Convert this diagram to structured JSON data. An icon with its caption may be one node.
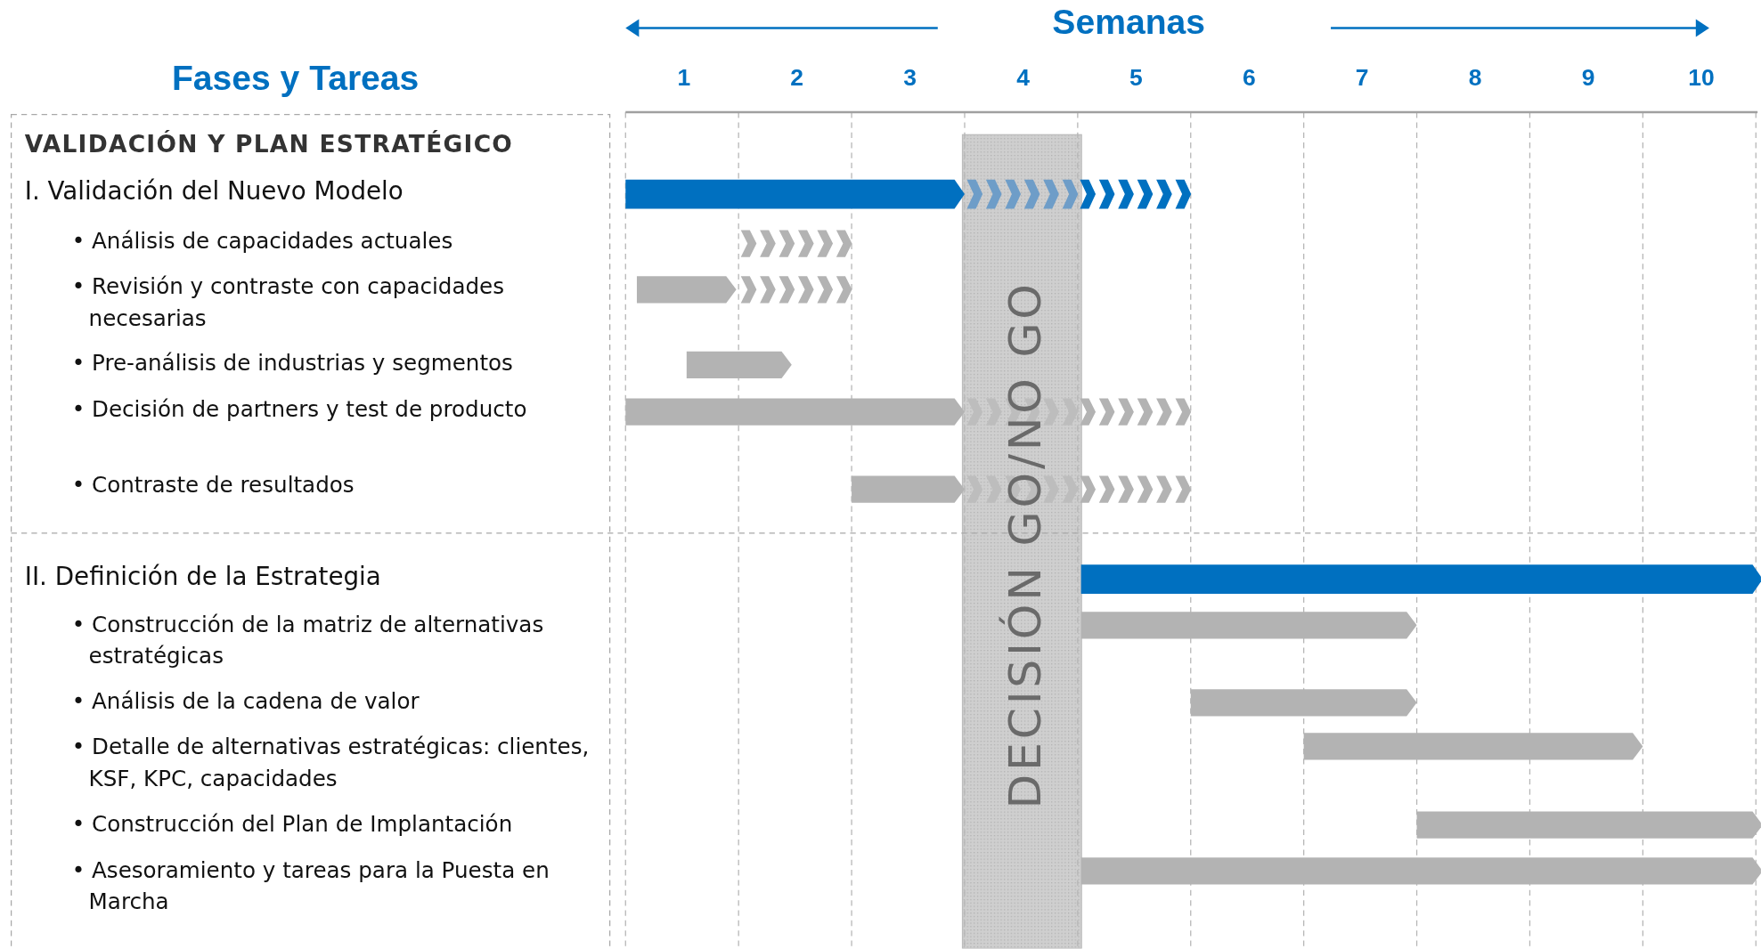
{
  "diagram": {
    "labels": [
      "Semanas",
      "Fases y Tareas",
      "1",
      "2",
      "3",
      "4",
      "5",
      "6",
      "7",
      "8",
      "9",
      "10",
      "VALIDACIÓN Y PLAN ESTRATÉGICO",
      "I. Validación del Nuevo Modelo",
      "• Análisis de capacidades actuales",
      "• Revisión y contraste con capacidades necesarias",
      "• Pre-análisis de industrias y segmentos",
      "• Decisión de partners y test de producto",
      "• Contraste de resultados",
      "II. Definición de la Estrategia",
      "• Construcción de la matriz de alternativas estratégicas",
      "• Análisis de la cadena de valor",
      "• Detalle de alternativas estratégicas: clientes, KSF, KPC, capacidades",
      "• Construcción del Plan de Implantación",
      "• Asesoramiento y tareas para la Puesta en Marcha",
      "DECISIÓN GO/NO GO"
    ]
  }
}
